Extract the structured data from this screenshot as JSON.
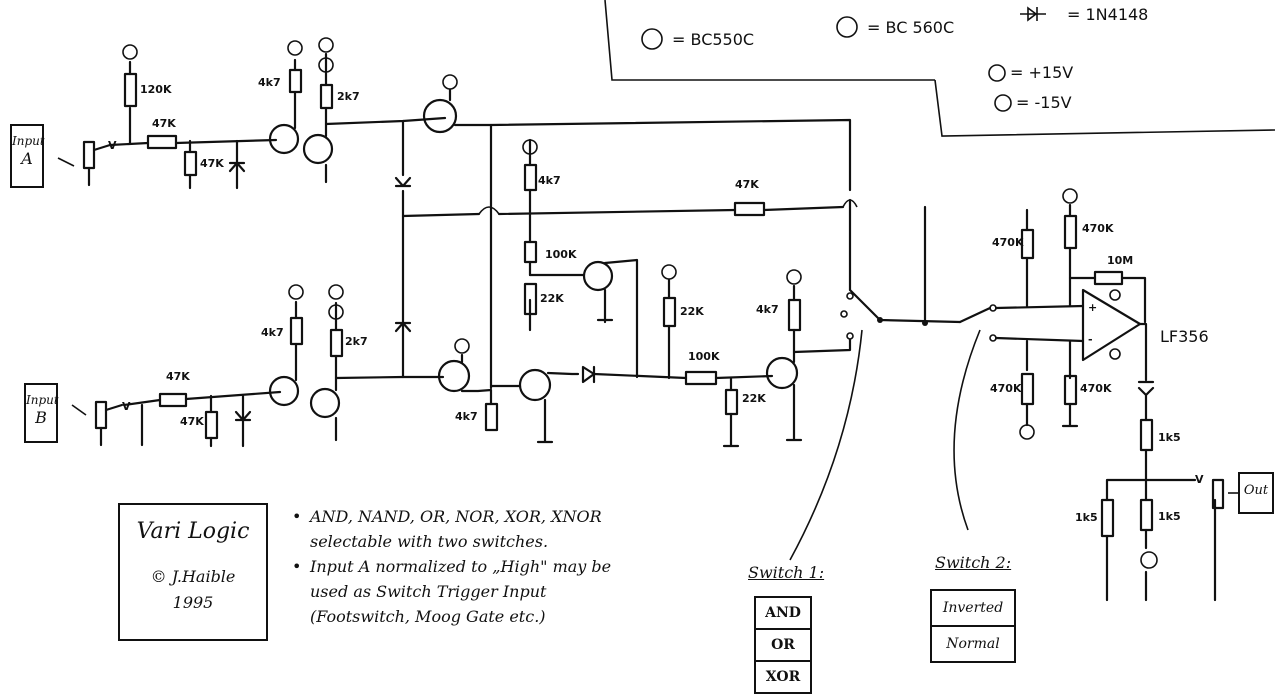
{
  "legend": {
    "npn": "= BC550C",
    "pnp": "= BC 560C",
    "diode": "= 1N4148",
    "plus": "= +15V",
    "minus": "= -15V"
  },
  "inputs": {
    "a": [
      "Input",
      "A"
    ],
    "b": [
      "Input",
      "B"
    ],
    "out": "Out"
  },
  "components": {
    "r120k": "120K",
    "r47k_a": "47K",
    "r47k_a2": "47K",
    "r4k7_a1": "4k7",
    "r2k7_a": "2k7",
    "r4k7_mid": "4k7",
    "r47k_fb": "47K",
    "r100k_mid": "100K",
    "r22k_mid": "22K",
    "r47k_b": "47K",
    "r47k_b2": "47K",
    "r4k7_b1": "4k7",
    "r2k7_b": "2k7",
    "r4k7_low": "4k7",
    "r22k_r": "22K",
    "r100k_r": "100K",
    "r22k_r2": "22K",
    "r4k7_r": "4k7",
    "r470k_1": "470K",
    "r470k_2": "470K",
    "r10m": "10M",
    "r470k_3": "470K",
    "r470k_4": "470K",
    "r1k5_1": "1k5",
    "r1k5_2": "1k5",
    "r1k5_3": "1k5",
    "opamp": "LF356",
    "v_a": "V",
    "v_b": "V",
    "v_out": "V"
  },
  "title": {
    "name": "Vari Logic",
    "copyright": "© J.Haible",
    "year": "1995"
  },
  "notes": [
    "AND, NAND, OR, NOR, XOR, XNOR selectable with two switches.",
    "Input A normalized to „High\" may be used as Switch Trigger Input (Footswitch, Moog Gate etc.)"
  ],
  "switch1": {
    "title": "Switch 1:",
    "options": [
      "AND",
      "OR",
      "XOR"
    ]
  },
  "switch2": {
    "title": "Switch 2:",
    "options": [
      "Inverted",
      "Normal"
    ]
  }
}
